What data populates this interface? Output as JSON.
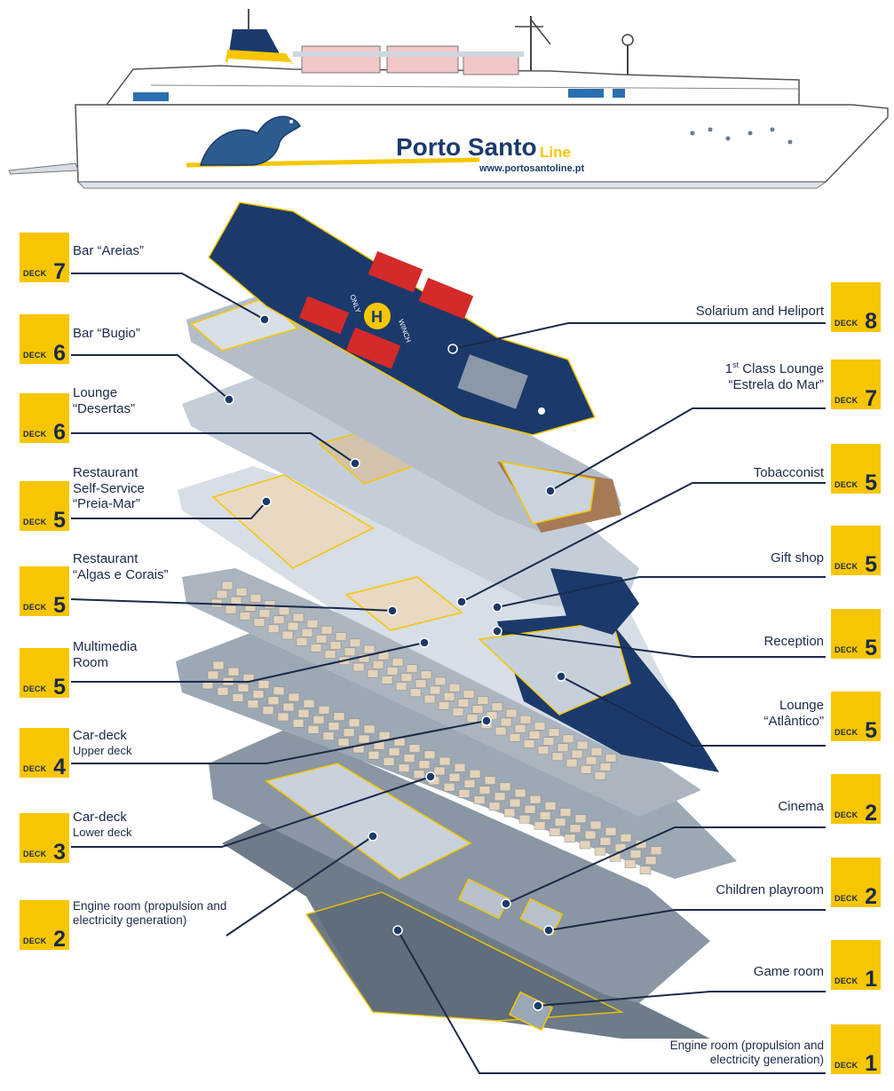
{
  "ship": {
    "brand_name": "Porto Santo",
    "brand_suffix": "Line",
    "website": "www.portosantoline.pt",
    "heli_mark": "H",
    "heli_text_1": "ONLY",
    "heli_text_2": "WINCH",
    "colors": {
      "navy": "#1b3a6b",
      "yellow": "#f7c600",
      "hull_white": "#ffffff",
      "deck_gray": "#8e99a6"
    }
  },
  "deck_word": "DECK",
  "left_labels": [
    {
      "id": "bar-areias",
      "lines": [
        "Bar “Areias”"
      ],
      "deck": "7"
    },
    {
      "id": "bar-bugio",
      "lines": [
        "Bar “Bugio”"
      ],
      "deck": "6"
    },
    {
      "id": "lounge-desertas",
      "lines": [
        "Lounge",
        "“Desertas”"
      ],
      "deck": "6"
    },
    {
      "id": "restaurant-preia-mar",
      "lines": [
        "Restaurant",
        "Self-Service",
        "“Preia-Mar”"
      ],
      "deck": "5"
    },
    {
      "id": "restaurant-algas",
      "lines": [
        "Restaurant",
        "“Algas e Corais”"
      ],
      "deck": "5"
    },
    {
      "id": "multimedia-room",
      "lines": [
        "Multimedia",
        "Room"
      ],
      "deck": "5"
    },
    {
      "id": "car-deck-upper",
      "lines": [
        "Car-deck",
        "Upper deck"
      ],
      "deck": "4"
    },
    {
      "id": "car-deck-lower",
      "lines": [
        "Car-deck",
        "Lower deck"
      ],
      "deck": "3"
    },
    {
      "id": "engine-room-2",
      "lines": [
        "Engine room (propulsion and",
        "electricity generation)"
      ],
      "deck": "2"
    }
  ],
  "right_labels": [
    {
      "id": "solarium-heliport",
      "lines": [
        "Solarium and Heliport"
      ],
      "deck": "8"
    },
    {
      "id": "first-class-lounge",
      "lines_rich": true,
      "line1_prefix": "1",
      "line1_sup": "st",
      "line1_rest": " Class Lounge",
      "line2": "“Estrela do Mar”",
      "deck": "7"
    },
    {
      "id": "tobacconist",
      "lines": [
        "Tobacconist"
      ],
      "deck": "5"
    },
    {
      "id": "gift-shop",
      "lines": [
        "Gift shop"
      ],
      "deck": "5"
    },
    {
      "id": "reception",
      "lines": [
        "Reception"
      ],
      "deck": "5"
    },
    {
      "id": "lounge-atlantico",
      "lines": [
        "Lounge",
        "“Atlântico”"
      ],
      "deck": "5"
    },
    {
      "id": "cinema",
      "lines": [
        "Cinema"
      ],
      "deck": "2"
    },
    {
      "id": "children-playroom",
      "lines": [
        "Children playroom"
      ],
      "deck": "2"
    },
    {
      "id": "game-room",
      "lines": [
        "Game room"
      ],
      "deck": "1"
    },
    {
      "id": "engine-room-1",
      "lines": [
        "Engine room (propulsion and",
        "electricity generation)"
      ],
      "deck": "1"
    }
  ]
}
